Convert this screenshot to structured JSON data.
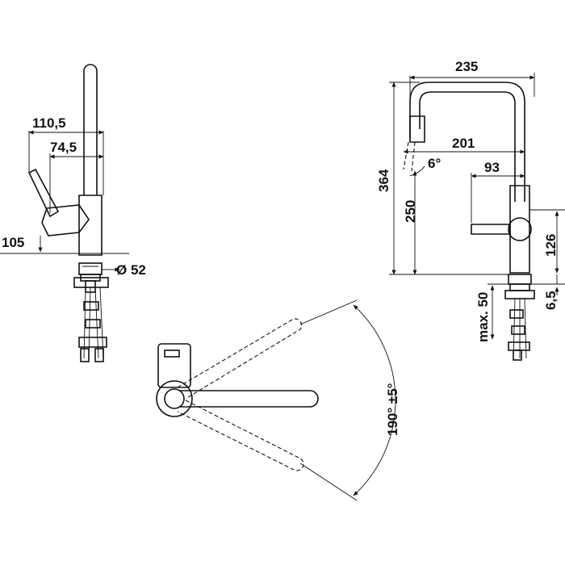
{
  "colors": {
    "line": "#111111",
    "background": "#ffffff"
  },
  "side_view": {
    "dim_110_5": "110,5",
    "dim_74_5": "74,5",
    "dim_105": "105",
    "dim_d52": "Ø 52"
  },
  "front_view": {
    "dim_235": "235",
    "dim_201": "201",
    "dim_6deg": "6°",
    "dim_93": "93",
    "dim_364": "364",
    "dim_250": "250",
    "dim_126": "126",
    "dim_max50": "max. 50",
    "dim_6_5": "6,5"
  },
  "top_view": {
    "dim_swivel": "190° ±5°"
  }
}
